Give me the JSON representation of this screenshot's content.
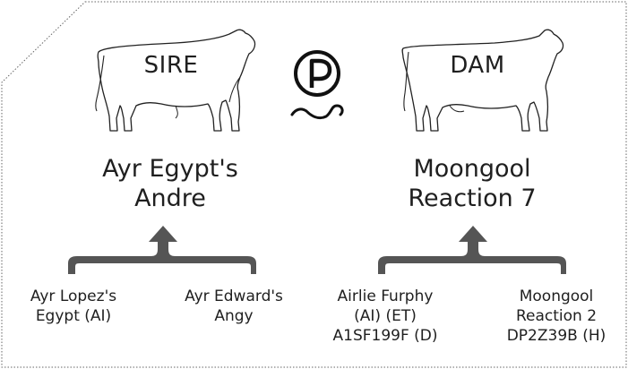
{
  "sire": {
    "label": "SIRE",
    "name_line1": "Ayr Egypt's",
    "name_line2": "Andre",
    "grandparents": [
      {
        "line1": "Ayr Lopez's",
        "line2": "Egypt (AI)"
      },
      {
        "line1": "Ayr Edward's",
        "line2": "Angy"
      }
    ]
  },
  "dam": {
    "label": "DAM",
    "name_line1": "Moongool",
    "name_line2": "Reaction 7",
    "grandparents": [
      {
        "line1": "Airlie Furphy",
        "line2": "(AI) (ET)",
        "line3": "A1SF199F (D)"
      },
      {
        "line1": "Moongool",
        "line2": "Reaction 2",
        "line3": "DP2Z39B (H)"
      }
    ]
  },
  "center_logo": {
    "icon": "polled-p-icon",
    "letter": "P"
  },
  "colors": {
    "stroke": "#222222",
    "bracket": "#555555",
    "border": "#666666"
  }
}
